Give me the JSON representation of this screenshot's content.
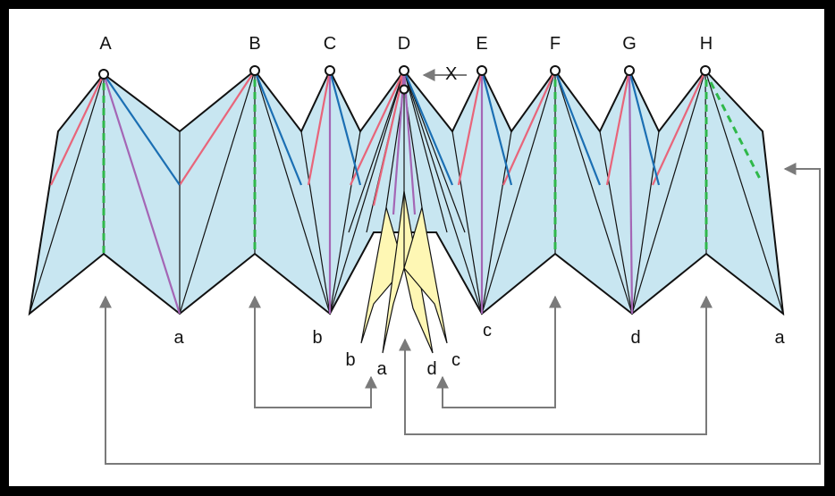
{
  "diagram": {
    "top_labels": [
      "A",
      "B",
      "C",
      "D",
      "E",
      "F",
      "G",
      "H"
    ],
    "pointer_label": "X",
    "bottom_labels": [
      "a",
      "b",
      "c",
      "d",
      "a"
    ],
    "fan_labels": [
      "b",
      "a",
      "d",
      "c"
    ],
    "colors": {
      "panel_fill": "#c8e6f1",
      "fan_fill": "#fef7b4",
      "outline": "#111111",
      "crease_red": "#e8657a",
      "crease_blue": "#1b6fb3",
      "crease_purple": "#a466b5",
      "crease_green": "#2fb84a",
      "arrow": "#7a7a7a",
      "frame": "#000000",
      "background": "#ffffff"
    }
  }
}
